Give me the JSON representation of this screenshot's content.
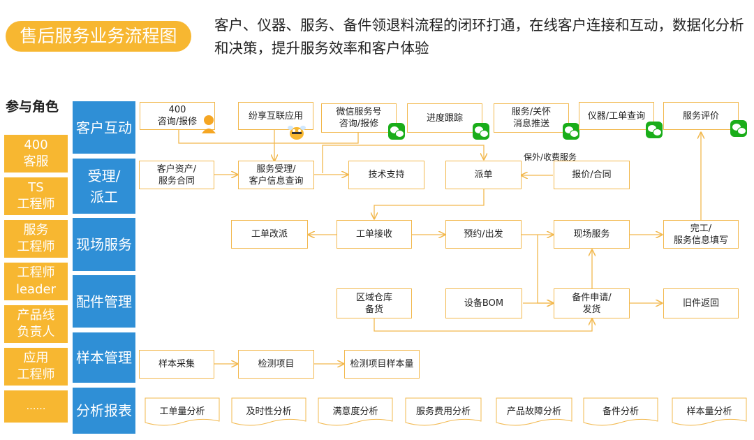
{
  "title": "售后服务业务流程图",
  "subtitle": "客户、仪器、服务、备件领退料流程的闭环打通，在线客户连接和互动，数据化分析和决策，提升服务效率和客户体验",
  "roles_title": "参与角色",
  "roles": [
    "400\n客服",
    "TS\n工程师",
    "服务\n工程师",
    "工程师\nleader",
    "产品线\n负责人",
    "应用\n工程师",
    "……"
  ],
  "lanes": [
    "客户互动",
    "受理/\n派工",
    "现场服务",
    "配件管理",
    "样本管理",
    "分析报表"
  ],
  "nodes": {
    "consult400": "400\n咨询/报修",
    "share_app": "纷享互联应用",
    "wechat_service": "微信服务号\n咨询/报修",
    "progress": "进度跟踪",
    "push_msg": "服务/关怀\n消息推送",
    "query": "仪器/工单查询",
    "evaluate": "服务评价",
    "asset": "客户资产/\n服务合同",
    "accept": "服务受理/\n客户信息查询",
    "tech": "技术支持",
    "dispatch": "派单",
    "quote": "报价/合同",
    "quote_label": "保外/收费服务",
    "reassign": "工单改派",
    "receive": "工单接收",
    "appoint": "预约/出发",
    "onsite": "现场服务",
    "complete": "完工/\n服务信息填写",
    "warehouse": "区域仓库\n备货",
    "bom": "设备BOM",
    "apply": "备件申请/\n发货",
    "return_old": "旧件返回",
    "sample_collect": "样本采集",
    "test_items": "检测项目",
    "sample_volume": "检测项目样本量"
  },
  "reports": [
    "工单量分析",
    "及时性分析",
    "满意度分析",
    "服务费用分析",
    "产品故障分析",
    "备件分析",
    "样本量分析"
  ],
  "colors": {
    "accent": "#f7b731",
    "lane": "#2f8fd6",
    "border": "#f2b84d",
    "wechat": "#1aad19"
  },
  "icons": [
    "headset-agent-icon",
    "bee-mascot-icon",
    "wechat-icon"
  ]
}
